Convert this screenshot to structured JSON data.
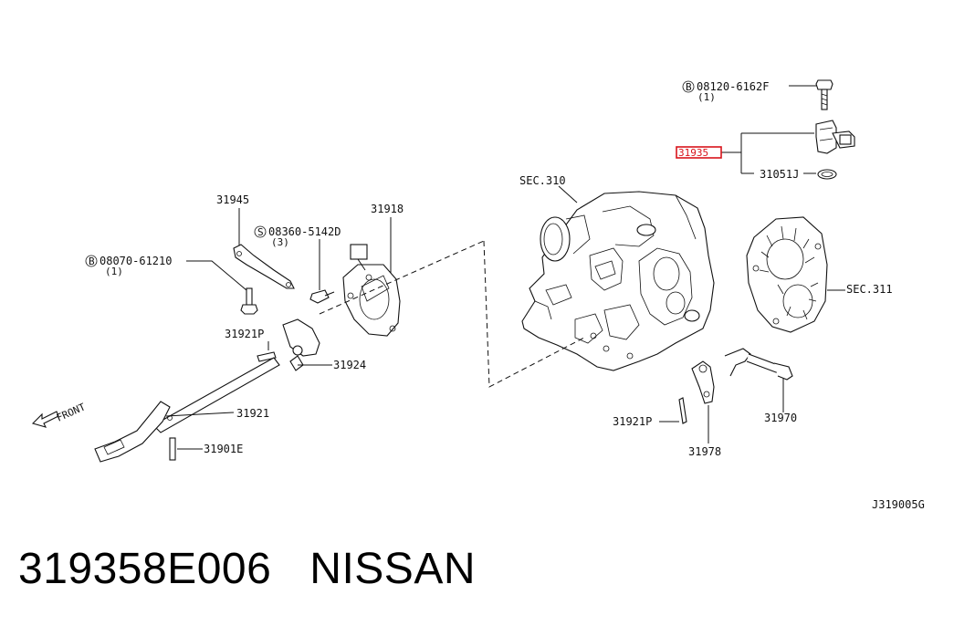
{
  "diagram": {
    "sec_310": "SEC.310",
    "sec_311": "SEC.311",
    "ref_code": "J319005G",
    "front": "FRONT",
    "bolt_top": {
      "symbol": "B",
      "number": "08120-6162F",
      "qty": "(1)"
    },
    "bolt_left": {
      "symbol": "B",
      "number": "08070-61210",
      "qty": "(1)"
    },
    "screw": {
      "symbol": "S",
      "number": "08360-5142D",
      "qty": "(3)"
    },
    "parts": {
      "p31935": "31935",
      "p31051J": "31051J",
      "p31945": "31945",
      "p31918": "31918",
      "p31921P_left": "31921P",
      "p31924": "31924",
      "p31921": "31921",
      "p31901E": "31901E",
      "p31921P_right": "31921P",
      "p31978": "31978",
      "p31970": "31970"
    },
    "highlight_color": "#d9131b"
  },
  "caption": {
    "part_number": "319358E006",
    "brand": "NISSAN"
  }
}
